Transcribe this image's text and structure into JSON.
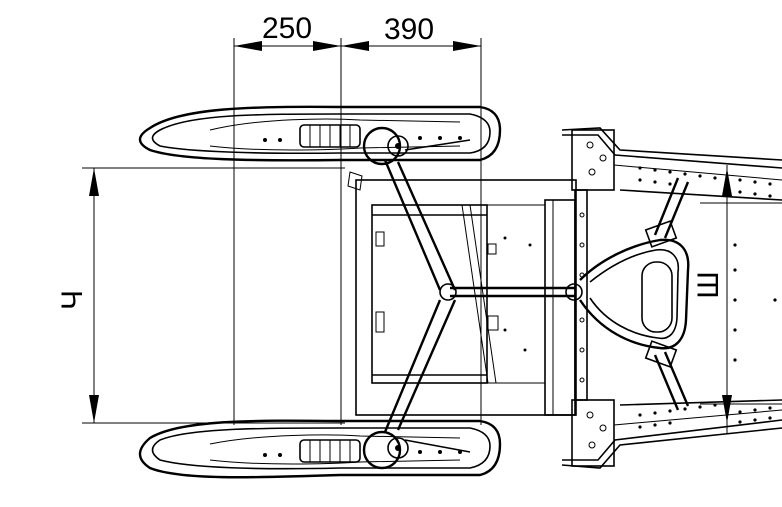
{
  "dimensions": {
    "top_left": "250",
    "top_right": "390",
    "left_vertical": "Ч",
    "right_vertical": "Ш"
  }
}
